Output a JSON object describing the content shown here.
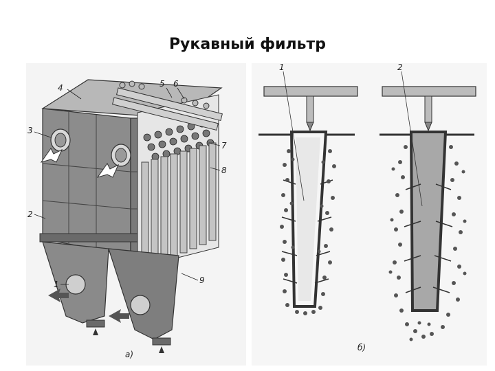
{
  "slide": {
    "title": "Рукавный фильтр"
  },
  "figure_a": {
    "caption": "а)",
    "callouts": [
      "1",
      "2",
      "3",
      "4",
      "5",
      "6",
      "7",
      "8",
      "9"
    ]
  },
  "figure_b": {
    "caption": "б)",
    "callouts": [
      "1",
      "2"
    ]
  },
  "colors": {
    "metal_dark": "#6e6e6e",
    "metal_mid": "#9a9a9a",
    "metal_light": "#cfcfcf",
    "dust": "#555555",
    "background_scan": "#f2f2f2"
  }
}
